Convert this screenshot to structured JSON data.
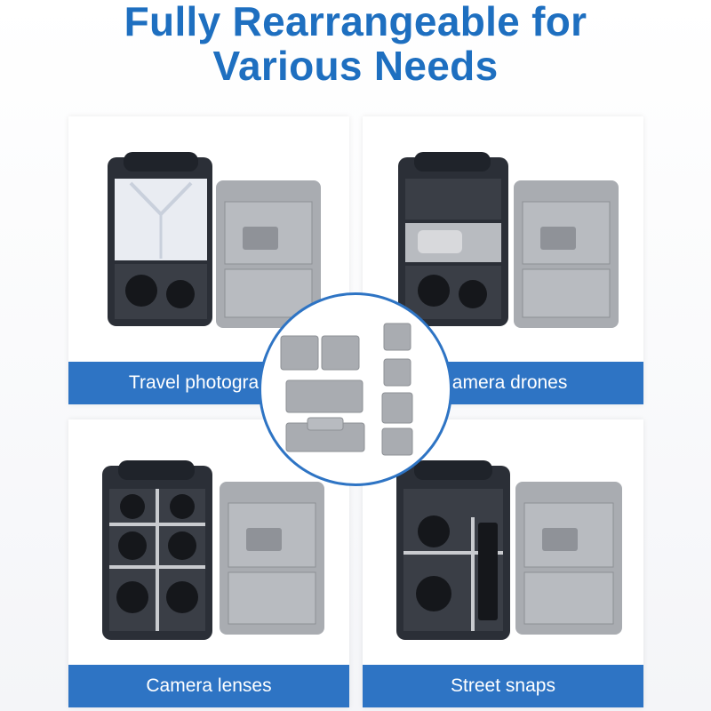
{
  "header": {
    "title_line1": "Fully Rearrangeable for",
    "title_line2": "Various Needs"
  },
  "panels": [
    {
      "label": "Travel photography"
    },
    {
      "label": "Camera drones"
    },
    {
      "label": "Camera lenses"
    },
    {
      "label": "Street snaps"
    }
  ],
  "colors": {
    "accent": "#2e74c4",
    "title": "#1e6fc0",
    "bag_body": "#2b2f37",
    "lining": "#a9acb1",
    "divider": "#c9cbcf"
  }
}
